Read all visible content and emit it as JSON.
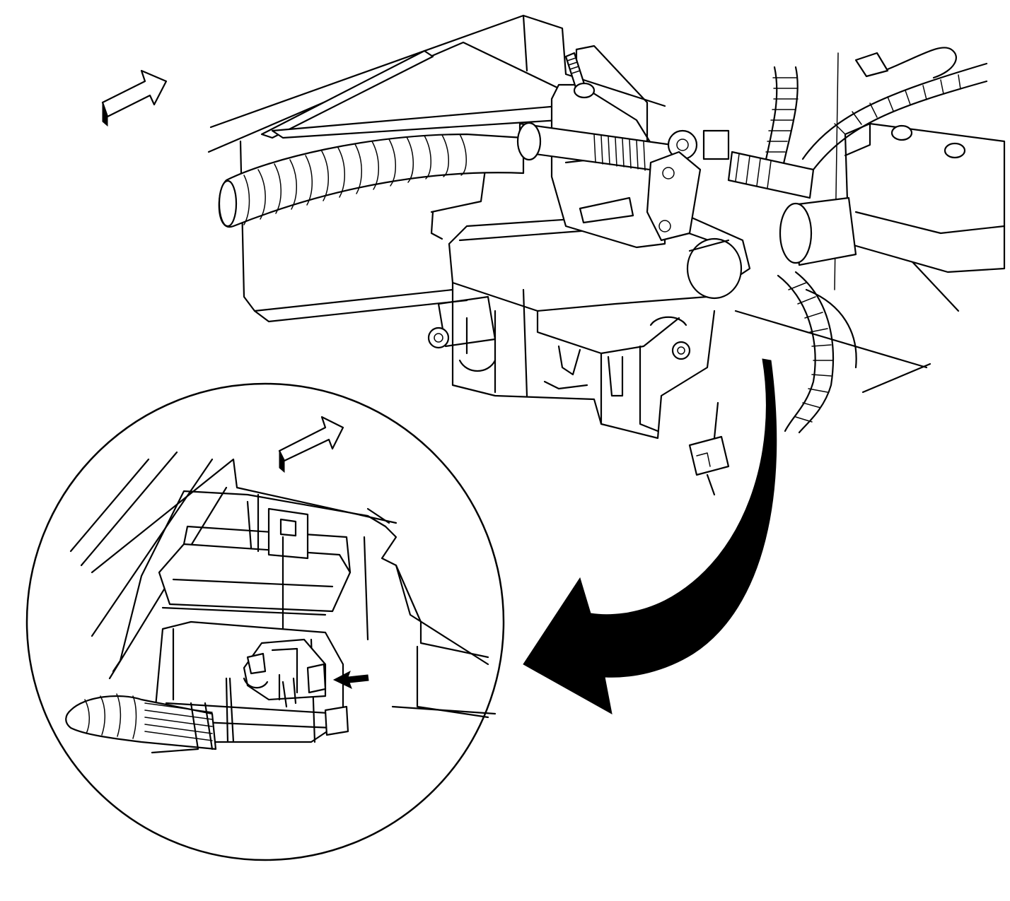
{
  "figure": {
    "kind": "line-art service illustration",
    "colors": {
      "ink": "#000000",
      "paper": "#ffffff"
    },
    "icons": [
      "forward-direction-arrow-icon",
      "detail-callout-arrow-icon",
      "connector-locator-arrow-icon"
    ],
    "views": [
      "overview",
      "detail-inset"
    ]
  }
}
